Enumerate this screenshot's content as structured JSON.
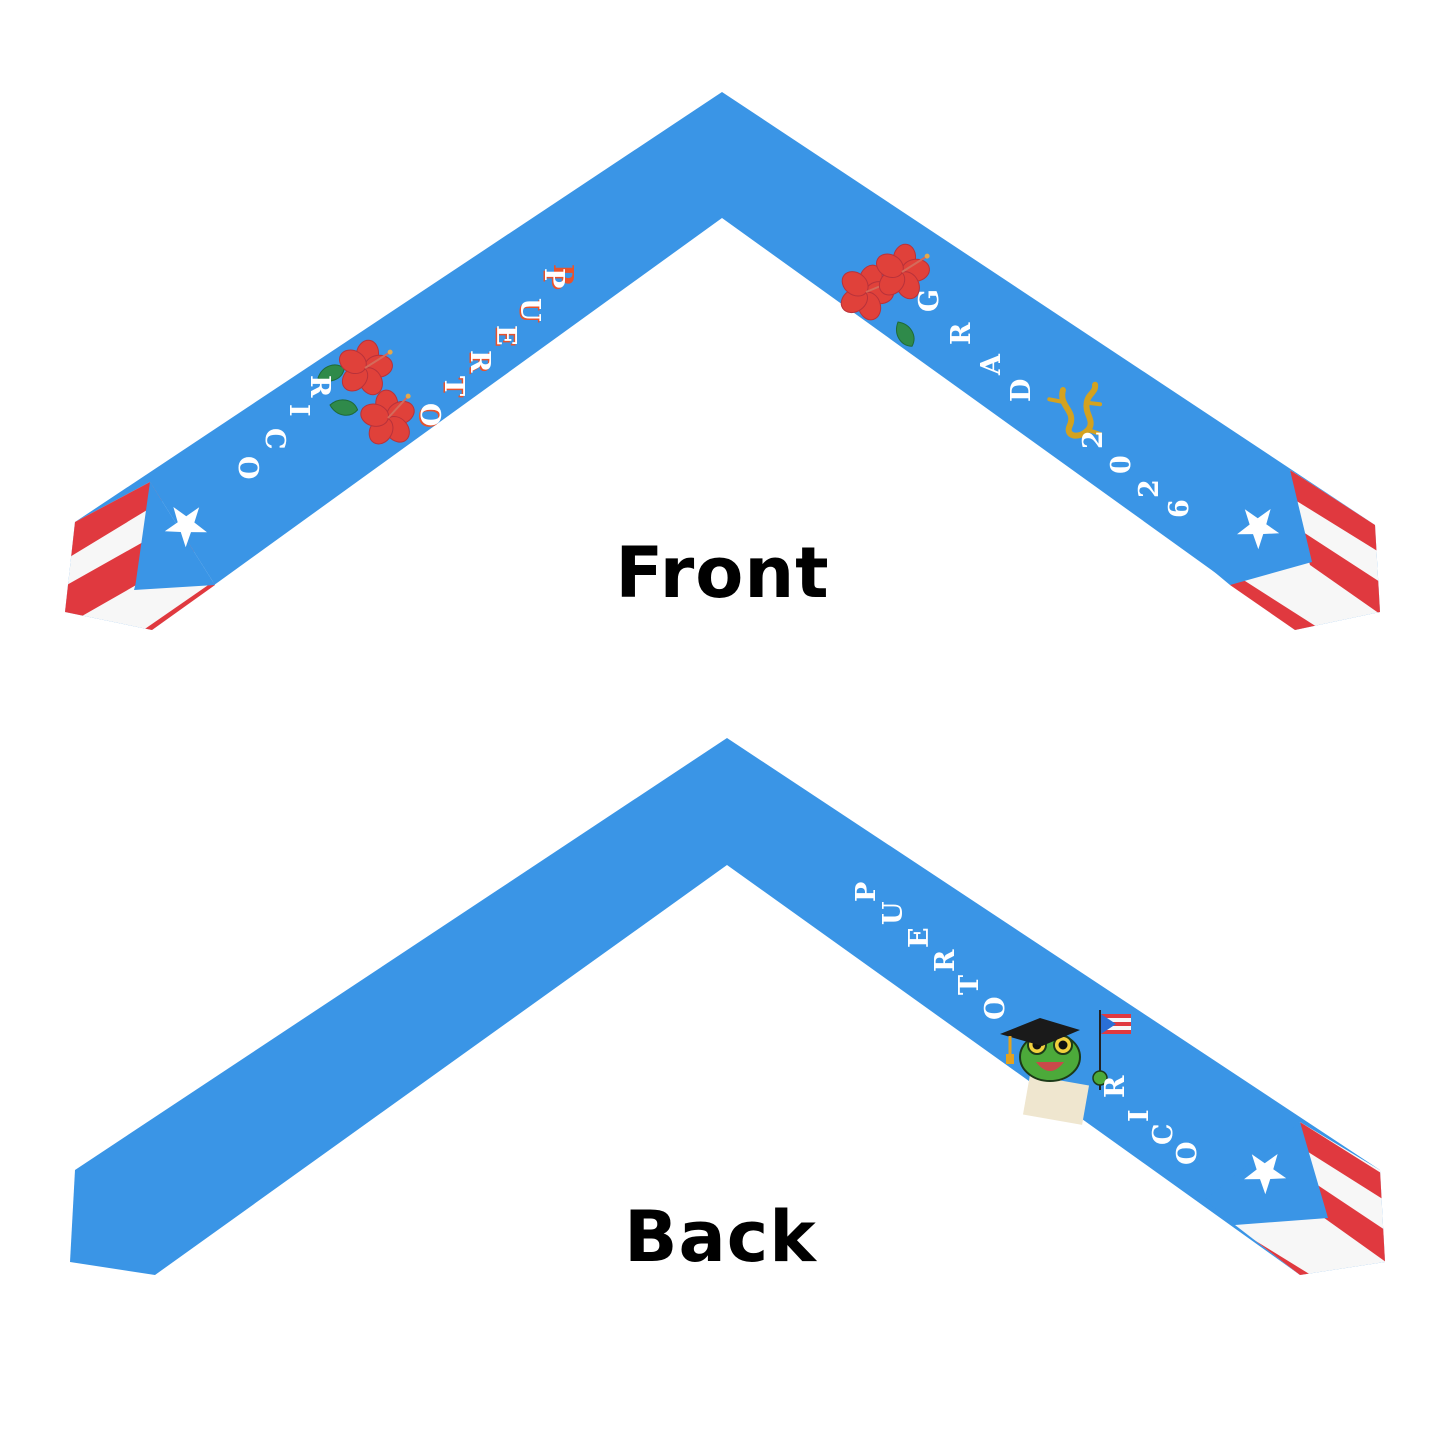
{
  "colors": {
    "stole_blue": "#3a95e6",
    "flag_red": "#e0393f",
    "flag_white": "#f7f7f7",
    "text_shadow": "#e8532d",
    "gold": "#d4a21f",
    "hibiscus": "#e0413a",
    "leaf": "#2f8a4a"
  },
  "front": {
    "label": "Front",
    "left_panel": {
      "text": "PUERTO RICO",
      "letters": [
        "P",
        "U",
        "E",
        "R",
        "T",
        "O",
        "R",
        "I",
        "C",
        "O"
      ],
      "graphic": "hibiscus-flowers",
      "end": "puerto-rico-flag"
    },
    "right_panel": {
      "text": "GRAD 2026",
      "letters": [
        "G",
        "R",
        "A",
        "D",
        "2",
        "0",
        "2",
        "6"
      ],
      "graphic": "coqui-taino-symbol",
      "top_graphic": "hibiscus-flowers",
      "end": "puerto-rico-flag"
    }
  },
  "back": {
    "label": "Back",
    "left_panel": {
      "text": "",
      "end": "plain"
    },
    "right_panel": {
      "text": "PUERTO RICO",
      "letters": [
        "P",
        "U",
        "E",
        "R",
        "T",
        "O",
        "R",
        "I",
        "C",
        "O"
      ],
      "graphic": "graduate-frog-with-flag",
      "end": "puerto-rico-flag"
    }
  }
}
